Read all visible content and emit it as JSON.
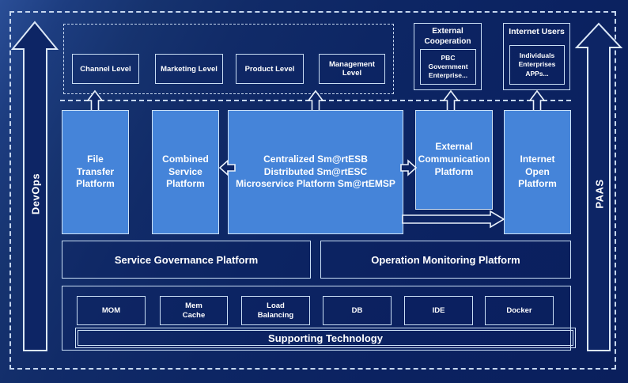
{
  "colors": {
    "background": "#0b2264",
    "platform_blue": "#4584d9",
    "panel_navy": "#0d2664",
    "line_light": "#c9def5",
    "text": "#ffffff"
  },
  "side_rails": {
    "devops_label": "DevOps",
    "paas_label": "PAAS"
  },
  "levels": {
    "items": [
      {
        "label": "Channel Level"
      },
      {
        "label": "Marketing Level"
      },
      {
        "label": "Product Level"
      },
      {
        "label": "Management Level"
      }
    ]
  },
  "external_cooperation": {
    "title": "External\nCooperation",
    "members": "PBC Government\nEnterprise..."
  },
  "internet_users": {
    "title": "Internet Users",
    "members": "Individuals\nEnterprises\nAPPs..."
  },
  "platforms": {
    "file_transfer": "File\nTransfer\nPlatform",
    "combined_service": "Combined\nService\nPlatform",
    "esb": "Centralized Sm@rtESB\nDistributed Sm@rtESC\nMicroservice Platform Sm@rtEMSP",
    "external_communication": "External\nCommunication\nPlatform",
    "internet_open": "Internet\nOpen\nPlatform"
  },
  "governance": {
    "service": "Service Governance Platform",
    "operation": "Operation Monitoring Platform"
  },
  "supporting": {
    "title": "Supporting Technology",
    "items": [
      {
        "label": "MOM"
      },
      {
        "label": "Mem\nCache"
      },
      {
        "label": "Load\nBalancing"
      },
      {
        "label": "DB"
      },
      {
        "label": "IDE"
      },
      {
        "label": "Docker"
      }
    ]
  }
}
